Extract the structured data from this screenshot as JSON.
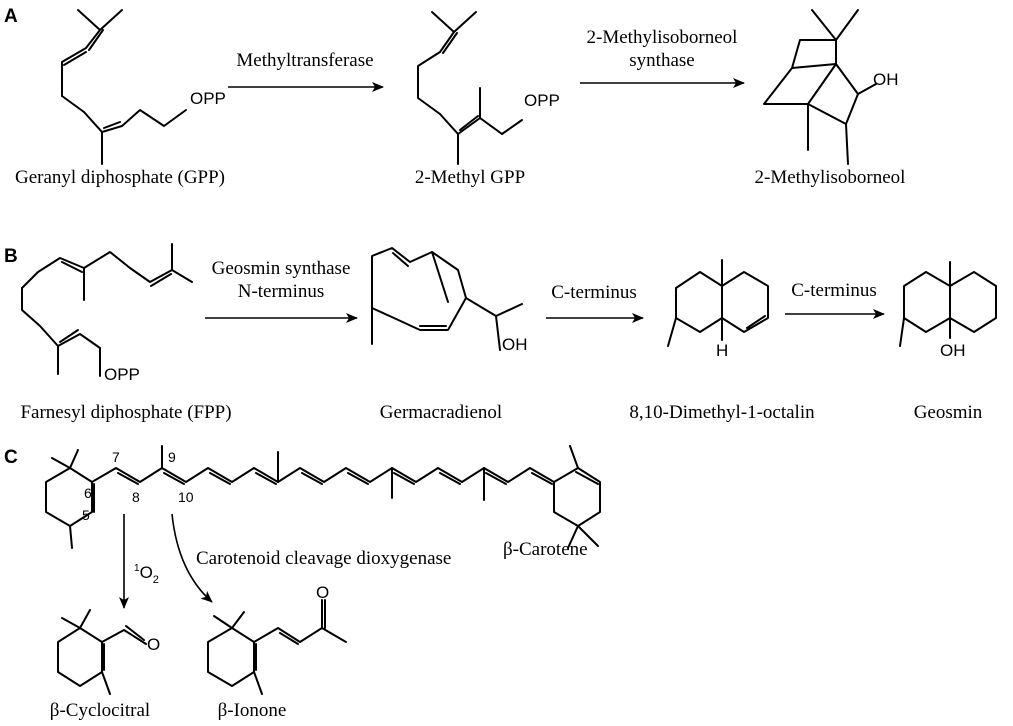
{
  "panels": {
    "a": {
      "label": "A",
      "compounds": {
        "gpp": "Geranyl diphosphate (GPP)",
        "methyl_gpp": "2-Methyl GPP",
        "mib": "2-Methylisoborneol"
      },
      "enzymes": {
        "methyltransferase": "Methyltransferase",
        "mib_synthase_1": "2-Methylisoborneol",
        "mib_synthase_2": "synthase"
      }
    },
    "b": {
      "label": "B",
      "compounds": {
        "fpp": "Farnesyl diphosphate (FPP)",
        "germacradienol": "Germacradienol",
        "octalin": "8,10-Dimethyl-1-octalin",
        "geosmin": "Geosmin"
      },
      "enzymes": {
        "geosmin_synthase_1": "Geosmin synthase",
        "geosmin_synthase_2": "N-terminus",
        "c_terminus_1": "C-terminus",
        "c_terminus_2": "C-terminus"
      }
    },
    "c": {
      "label": "C",
      "compounds": {
        "carotene": "β-Carotene",
        "cyclocitral": "β-Cyclocitral",
        "ionone": "β-Ionone"
      },
      "enzymes": {
        "ccd": "Carotenoid cleavage dioxygenase",
        "singlet_oxygen_sup": "1",
        "singlet_oxygen_main": "O",
        "singlet_oxygen_sub": "2"
      },
      "carbon_numbers": {
        "c5": "5",
        "c6": "6",
        "c7": "7",
        "c8": "8",
        "c9": "9",
        "c10": "10"
      }
    }
  },
  "atoms": {
    "opp": "OPP",
    "oh": "OH",
    "h": "H",
    "o": "O"
  }
}
